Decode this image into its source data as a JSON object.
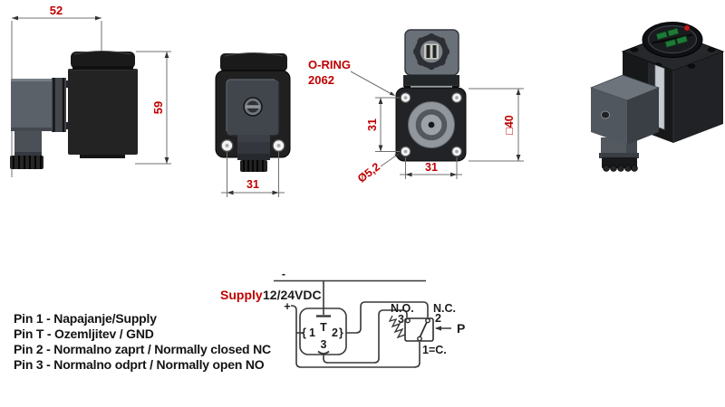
{
  "drawing": {
    "side": {
      "width_dim": "52",
      "height_dim": "59"
    },
    "front": {
      "width_dim": "31"
    },
    "bottom": {
      "oring_label_line1": "O-RING",
      "oring_label_line2": "2062",
      "hole_spacing_v": "31",
      "square_size": "□40",
      "hole_spacing_h": "31",
      "hole_diameter": "Ø5,2"
    }
  },
  "wiring": {
    "supply_label": "Supply",
    "voltage": "12/24VDC",
    "polarity_minus": "-",
    "polarity_plus": "+",
    "pin_descriptions": [
      "Pin 1 - Napajanje/Supply",
      "Pin T - Ozemljitev / GND",
      "Pin 2 - Normalno zaprt / Normally closed NC",
      "Pin 3 - Normalno odprt / Normally open NO"
    ],
    "connector": {
      "socket_left": "{",
      "pin_1": "1",
      "pin_t": "T",
      "pin_2": "2",
      "socket_right": "}",
      "pin_3": "3"
    },
    "switch": {
      "no_label": "N.O.",
      "no_pin": "3",
      "nc_label": "N.C.",
      "nc_pin": "2",
      "common_label": "1=C.",
      "pressure_label": "P"
    }
  },
  "colors": {
    "dimension_text": "#c00000",
    "schematic_line": "#383838",
    "body_dark": "#1f1f22",
    "connector_gray": "#5a6169",
    "led_red": "#c11d1d",
    "label_green": "#1e7b37"
  }
}
